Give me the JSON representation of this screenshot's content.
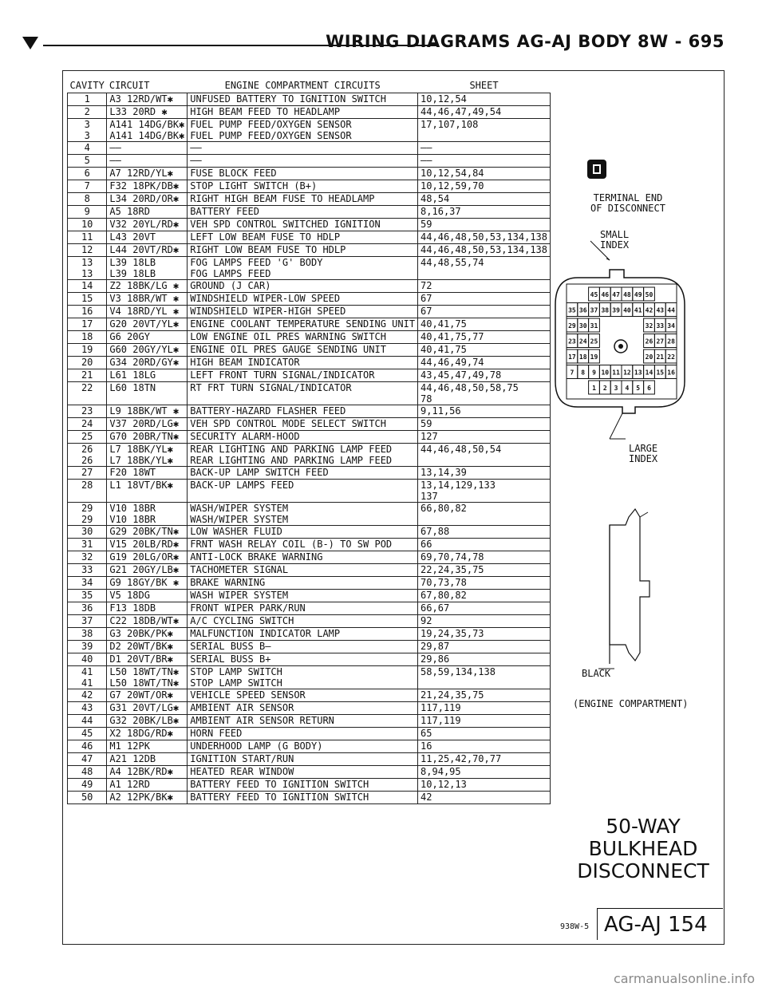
{
  "header": {
    "title": "WIRING DIAGRAMS AG-AJ BODY   8W - 695"
  },
  "table": {
    "headers": [
      "CAVITY",
      "CIRCUIT",
      "ENGINE COMPARTMENT CIRCUITS",
      "SHEET"
    ],
    "rows": [
      {
        "cavity": [
          "1"
        ],
        "circuit": [
          "A3 12RD/WT✱"
        ],
        "desc": [
          "UNFUSED BATTERY TO IGNITION SWITCH"
        ],
        "sheet": [
          "10,12,54"
        ]
      },
      {
        "cavity": [
          "2"
        ],
        "circuit": [
          "L33 20RD ✱"
        ],
        "desc": [
          "HIGH BEAM FEED TO HEADLAMP"
        ],
        "sheet": [
          "44,46,47,49,54"
        ]
      },
      {
        "cavity": [
          "3",
          "3"
        ],
        "circuit": [
          "A141 14DG/BK✱",
          "A141 14DG/BK✱"
        ],
        "desc": [
          "FUEL PUMP FEED/OXYGEN SENSOR",
          "FUEL PUMP FEED/OXYGEN SENSOR"
        ],
        "sheet": [
          "17,107,108"
        ]
      },
      {
        "cavity": [
          "4"
        ],
        "circuit": [
          "——"
        ],
        "desc": [
          "——"
        ],
        "sheet": [
          "——"
        ]
      },
      {
        "cavity": [
          "5"
        ],
        "circuit": [
          "——"
        ],
        "desc": [
          "——"
        ],
        "sheet": [
          "——"
        ]
      },
      {
        "cavity": [
          "6"
        ],
        "circuit": [
          "A7 12RD/YL✱"
        ],
        "desc": [
          "FUSE BLOCK FEED"
        ],
        "sheet": [
          "10,12,54,84"
        ]
      },
      {
        "cavity": [
          "7"
        ],
        "circuit": [
          "F32 18PK/DB✱"
        ],
        "desc": [
          "STOP LIGHT SWITCH (B+)"
        ],
        "sheet": [
          "10,12,59,70"
        ]
      },
      {
        "cavity": [
          "8"
        ],
        "circuit": [
          "L34 20RD/OR✱"
        ],
        "desc": [
          "RIGHT HIGH BEAM FUSE TO HEADLAMP"
        ],
        "sheet": [
          "48,54"
        ]
      },
      {
        "cavity": [
          "9"
        ],
        "circuit": [
          "A5 18RD"
        ],
        "desc": [
          "BATTERY FEED"
        ],
        "sheet": [
          "8,16,37"
        ]
      },
      {
        "cavity": [
          "10"
        ],
        "circuit": [
          "V32 20YL/RD✱"
        ],
        "desc": [
          "VEH SPD CONTROL SWITCHED IGNITION"
        ],
        "sheet": [
          "59"
        ]
      },
      {
        "cavity": [
          "11"
        ],
        "circuit": [
          "L43 20VT"
        ],
        "desc": [
          "LEFT LOW BEAM FUSE TO HDLP"
        ],
        "sheet": [
          "44,46,48,50,53,134,138"
        ]
      },
      {
        "cavity": [
          "12"
        ],
        "circuit": [
          "L44 20VT/RD✱"
        ],
        "desc": [
          "RIGHT LOW BEAM FUSE TO HDLP"
        ],
        "sheet": [
          "44,46,48,50,53,134,138"
        ]
      },
      {
        "cavity": [
          "13",
          "13"
        ],
        "circuit": [
          "L39 18LB",
          "L39 18LB"
        ],
        "desc": [
          "FOG LAMPS FEED  'G' BODY",
          "FOG LAMPS FEED"
        ],
        "sheet": [
          "44,48,55,74"
        ]
      },
      {
        "cavity": [
          "14"
        ],
        "circuit": [
          "Z2 18BK/LG ✱"
        ],
        "desc": [
          "GROUND (J CAR)"
        ],
        "sheet": [
          "72"
        ]
      },
      {
        "cavity": [
          "15"
        ],
        "circuit": [
          "V3 18BR/WT ✱"
        ],
        "desc": [
          "WINDSHIELD WIPER-LOW SPEED"
        ],
        "sheet": [
          "67"
        ]
      },
      {
        "cavity": [
          "16"
        ],
        "circuit": [
          "V4 18RD/YL ✱"
        ],
        "desc": [
          "WINDSHIELD WIPER-HIGH SPEED"
        ],
        "sheet": [
          "67"
        ]
      },
      {
        "cavity": [
          "17"
        ],
        "circuit": [
          "G20 20VT/YL✱"
        ],
        "desc": [
          "ENGINE COOLANT TEMPERATURE SENDING UNIT"
        ],
        "sheet": [
          "40,41,75"
        ]
      },
      {
        "cavity": [
          "18"
        ],
        "circuit": [
          "G6 20GY"
        ],
        "desc": [
          "LOW ENGINE OIL PRES WARNING SWITCH"
        ],
        "sheet": [
          "40,41,75,77"
        ]
      },
      {
        "cavity": [
          "19"
        ],
        "circuit": [
          "G60 20GY/YL✱"
        ],
        "desc": [
          "ENGINE OIL PRES GAUGE SENDING UNIT"
        ],
        "sheet": [
          "40,41,75"
        ]
      },
      {
        "cavity": [
          "20"
        ],
        "circuit": [
          "G34 20RD/GY✱"
        ],
        "desc": [
          "HIGH BEAM INDICATOR"
        ],
        "sheet": [
          "44,46,49,74"
        ]
      },
      {
        "cavity": [
          "21"
        ],
        "circuit": [
          "L61 18LG"
        ],
        "desc": [
          "LEFT FRONT TURN SIGNAL/INDICATOR"
        ],
        "sheet": [
          "43,45,47,49,78"
        ]
      },
      {
        "cavity": [
          "22"
        ],
        "circuit": [
          "L60 18TN"
        ],
        "desc": [
          "RT FRT TURN SIGNAL/INDICATOR"
        ],
        "sheet": [
          "44,46,48,50,58,75",
          "78"
        ]
      },
      {
        "cavity": [
          "23"
        ],
        "circuit": [
          "L9 18BK/WT ✱"
        ],
        "desc": [
          "BATTERY-HAZARD FLASHER FEED"
        ],
        "sheet": [
          "9,11,56"
        ]
      },
      {
        "cavity": [
          "24"
        ],
        "circuit": [
          "V37 20RD/LG✱"
        ],
        "desc": [
          "VEH SPD CONTROL MODE SELECT SWITCH"
        ],
        "sheet": [
          "59"
        ]
      },
      {
        "cavity": [
          "25"
        ],
        "circuit": [
          "G70 20BR/TN✱"
        ],
        "desc": [
          "SECURITY ALARM-HOOD"
        ],
        "sheet": [
          "127"
        ]
      },
      {
        "cavity": [
          "26",
          "26"
        ],
        "circuit": [
          "L7 18BK/YL✱",
          "L7 18BK/YL✱"
        ],
        "desc": [
          "REAR LIGHTING AND PARKING LAMP FEED",
          "REAR LIGHTING AND PARKING LAMP FEED"
        ],
        "sheet": [
          "44,46,48,50,54"
        ]
      },
      {
        "cavity": [
          "27"
        ],
        "circuit": [
          "F20 18WT"
        ],
        "desc": [
          "BACK-UP LAMP SWITCH FEED"
        ],
        "sheet": [
          "13,14,39"
        ]
      },
      {
        "cavity": [
          "28"
        ],
        "circuit": [
          "L1 18VT/BK✱"
        ],
        "desc": [
          "BACK-UP LAMPS FEED"
        ],
        "sheet": [
          "13,14,129,133",
          "137"
        ]
      },
      {
        "cavity": [
          "29",
          "29"
        ],
        "circuit": [
          "V10 18BR",
          "V10 18BR"
        ],
        "desc": [
          "WASH/WIPER SYSTEM",
          "WASH/WIPER SYSTEM"
        ],
        "sheet": [
          "66,80,82"
        ]
      },
      {
        "cavity": [
          "30"
        ],
        "circuit": [
          "G29 20BK/TN✱"
        ],
        "desc": [
          "LOW WASHER FLUID"
        ],
        "sheet": [
          "67,88"
        ]
      },
      {
        "cavity": [
          "31"
        ],
        "circuit": [
          "V15 20LB/RD✱"
        ],
        "desc": [
          "FRNT WASH RELAY COIL (B-) TO SW POD"
        ],
        "sheet": [
          "66"
        ]
      },
      {
        "cavity": [
          "32"
        ],
        "circuit": [
          "G19 20LG/OR✱"
        ],
        "desc": [
          "ANTI-LOCK BRAKE WARNING"
        ],
        "sheet": [
          "69,70,74,78"
        ]
      },
      {
        "cavity": [
          "33"
        ],
        "circuit": [
          "G21 20GY/LB✱"
        ],
        "desc": [
          "TACHOMETER SIGNAL"
        ],
        "sheet": [
          "22,24,35,75"
        ]
      },
      {
        "cavity": [
          "34"
        ],
        "circuit": [
          "G9 18GY/BK ✱"
        ],
        "desc": [
          "BRAKE WARNING"
        ],
        "sheet": [
          "70,73,78"
        ]
      },
      {
        "cavity": [
          "35"
        ],
        "circuit": [
          "V5 18DG"
        ],
        "desc": [
          "WASH WIPER SYSTEM"
        ],
        "sheet": [
          "67,80,82"
        ]
      },
      {
        "cavity": [
          "36"
        ],
        "circuit": [
          "F13 18DB"
        ],
        "desc": [
          "FRONT WIPER PARK/RUN"
        ],
        "sheet": [
          "66,67"
        ]
      },
      {
        "cavity": [
          "37"
        ],
        "circuit": [
          "C22 18DB/WT✱"
        ],
        "desc": [
          "A/C CYCLING SWITCH"
        ],
        "sheet": [
          "92"
        ]
      },
      {
        "cavity": [
          "38"
        ],
        "circuit": [
          "G3 20BK/PK✱"
        ],
        "desc": [
          "MALFUNCTION INDICATOR LAMP"
        ],
        "sheet": [
          "19,24,35,73"
        ]
      },
      {
        "cavity": [
          "39"
        ],
        "circuit": [
          "D2 20WT/BK✱"
        ],
        "desc": [
          "SERIAL BUSS B—"
        ],
        "sheet": [
          "29,87"
        ]
      },
      {
        "cavity": [
          "40"
        ],
        "circuit": [
          "D1 20VT/BR✱"
        ],
        "desc": [
          "SERIAL BUSS B+"
        ],
        "sheet": [
          "29,86"
        ]
      },
      {
        "cavity": [
          "41",
          "41"
        ],
        "circuit": [
          "L50 18WT/TN✱",
          "L50 18WT/TN✱"
        ],
        "desc": [
          "STOP LAMP SWITCH",
          "STOP LAMP SWITCH"
        ],
        "sheet": [
          "58,59,134,138"
        ]
      },
      {
        "cavity": [
          "42"
        ],
        "circuit": [
          "G7 20WT/OR✱"
        ],
        "desc": [
          "VEHICLE SPEED SENSOR"
        ],
        "sheet": [
          "21,24,35,75"
        ]
      },
      {
        "cavity": [
          "43"
        ],
        "circuit": [
          "G31 20VT/LG✱"
        ],
        "desc": [
          "AMBIENT AIR SENSOR"
        ],
        "sheet": [
          "117,119"
        ]
      },
      {
        "cavity": [
          "44"
        ],
        "circuit": [
          "G32 20BK/LB✱"
        ],
        "desc": [
          "AMBIENT AIR SENSOR RETURN"
        ],
        "sheet": [
          "117,119"
        ]
      },
      {
        "cavity": [
          "45"
        ],
        "circuit": [
          "X2 18DG/RD✱"
        ],
        "desc": [
          "HORN FEED"
        ],
        "sheet": [
          "65"
        ]
      },
      {
        "cavity": [
          "46"
        ],
        "circuit": [
          "M1 12PK"
        ],
        "desc": [
          "UNDERHOOD LAMP (G BODY)"
        ],
        "sheet": [
          "16"
        ]
      },
      {
        "cavity": [
          "47"
        ],
        "circuit": [
          "A21 12DB"
        ],
        "desc": [
          "IGNITION START/RUN"
        ],
        "sheet": [
          "11,25,42,70,77"
        ]
      },
      {
        "cavity": [
          "48"
        ],
        "circuit": [
          "A4 12BK/RD✱"
        ],
        "desc": [
          "HEATED REAR WINDOW"
        ],
        "sheet": [
          "8,94,95"
        ]
      },
      {
        "cavity": [
          "49"
        ],
        "circuit": [
          "A1 12RD"
        ],
        "desc": [
          "BATTERY FEED TO IGNITION SWITCH"
        ],
        "sheet": [
          "10,12,13"
        ]
      },
      {
        "cavity": [
          "50"
        ],
        "circuit": [
          "A2 12PK/BK✱"
        ],
        "desc": [
          "BATTERY FEED TO IGNITION SWITCH"
        ],
        "sheet": [
          "42"
        ]
      }
    ]
  },
  "diagram": {
    "terminal_end_label": "TERMINAL END\nOF DISCONNECT",
    "small_index_label": "SMALL\nINDEX",
    "large_index_label": "LARGE\nINDEX",
    "black_label": "BLACK",
    "engine_compartment_label": "(ENGINE COMPARTMENT)",
    "connector_rows": [
      [
        "45",
        "46",
        "47",
        "48",
        "49",
        "50"
      ],
      [
        "35",
        "36",
        "37",
        "38",
        "39",
        "40",
        "41",
        "42",
        "43",
        "44"
      ],
      [
        "29",
        "30",
        "31",
        "",
        "",
        "",
        "",
        "32",
        "33",
        "34"
      ],
      [
        "23",
        "24",
        "25",
        "",
        "",
        "",
        "",
        "26",
        "27",
        "28"
      ],
      [
        "17",
        "18",
        "19",
        "",
        "",
        "",
        "",
        "20",
        "21",
        "22"
      ],
      [
        "7",
        "8",
        "9",
        "10",
        "11",
        "12",
        "13",
        "14",
        "15",
        "16"
      ],
      [
        "1",
        "2",
        "3",
        "4",
        "5",
        "6"
      ]
    ],
    "name_line1": "50-WAY",
    "name_line2": "BULKHEAD",
    "name_line3": "DISCONNECT",
    "figure_code": "938W-5",
    "page_ref": "AG-AJ 154"
  },
  "watermark": "carmanualsonline.info"
}
